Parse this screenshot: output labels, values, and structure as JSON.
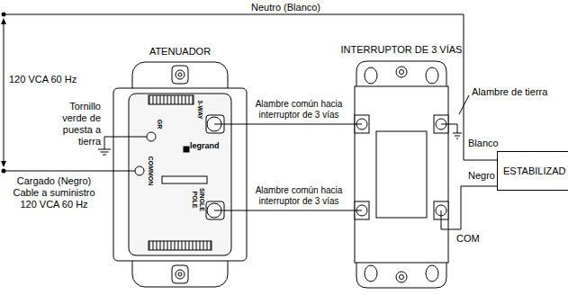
{
  "diagram": {
    "nodes": [
      {
        "text": [
          "ATENUADOR"
        ]
      },
      {
        "text": [
          "INTERRUPTOR DE 3 VÍAS"
        ]
      },
      {
        "text": [
          "ESTABILIZAD"
        ]
      }
    ],
    "edges": [
      {
        "from": 0,
        "to": 1,
        "arrow": "none",
        "label": "Alambre común hacia interruptor de 3 vías"
      },
      {
        "from": 0,
        "to": 1,
        "arrow": "none",
        "label": "Alambre común hacia interruptor de 3 vías"
      },
      {
        "from": 1,
        "to": 2,
        "arrow": "none"
      }
    ],
    "labels": [
      "Neutro (Blanco)",
      "120 VCA 60 Hz",
      "Tornillo verde de puesta a tierra",
      "Cargado (Negro) Cable a suministro 120 VCA 60 Hz",
      "GR",
      "3-WAY",
      "legrand",
      "COMMON",
      "SINGLE POLE",
      "Alambre de tierra",
      "Blanco",
      "Negro",
      "COM"
    ]
  }
}
